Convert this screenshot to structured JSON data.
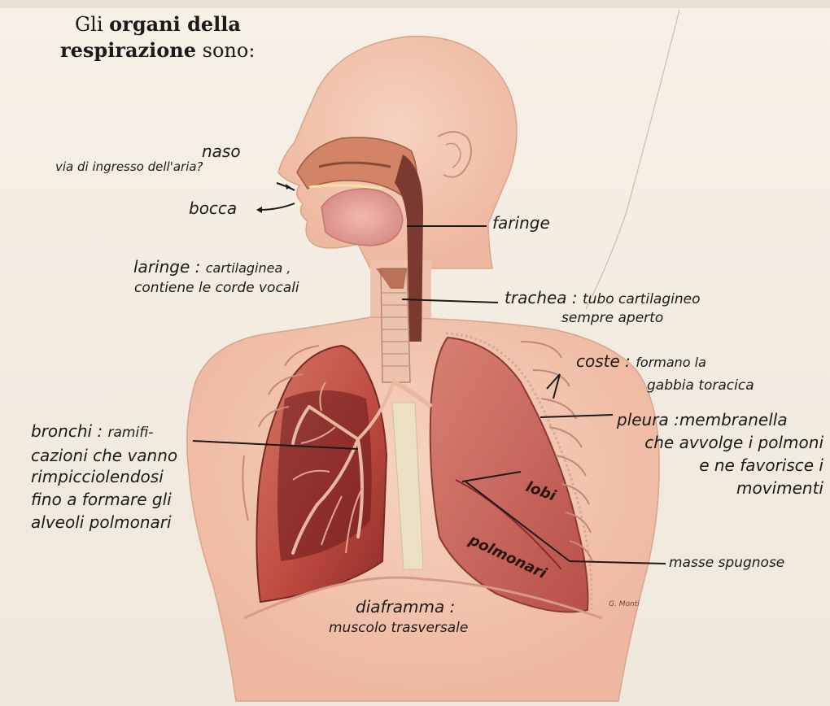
{
  "header": {
    "line1_prefix": "Gli",
    "line1_bold": "organi della",
    "line2_bold": "respirazione",
    "line2_suffix": "sono:"
  },
  "labels": {
    "naso_title": "naso",
    "naso_desc": "via di ingresso dell'aria?",
    "bocca": "bocca",
    "faringe": "faringe",
    "laringe_title": "laringe :",
    "laringe_desc1": "cartilaginea ,",
    "laringe_desc2": "contiene le corde vocali",
    "trachea_title": "trachea :",
    "trachea_desc1": "tubo cartilagineo",
    "trachea_desc2": "sempre aperto",
    "coste_title": "coste :",
    "coste_desc1": "formano la",
    "coste_desc2": "gabbia toracica",
    "pleura_title": "pleura :",
    "pleura_desc1": "membranella",
    "pleura_desc2": "che avvolge i polmoni",
    "pleura_desc3": "e ne favorisce i",
    "pleura_desc4": "movimenti",
    "bronchi_title": "bronchi :",
    "bronchi_desc1": "ramifi-",
    "bronchi_desc2": "cazioni che vanno",
    "bronchi_desc3": "rimpicciolendosi",
    "bronchi_desc4": "fino a formare gli",
    "bronchi_desc5": "alveoli polmonari",
    "lobi": "lobi",
    "polmonari": "polmonari",
    "masse": "masse spugnose",
    "diaframma_title": "diaframma :",
    "diaframma_desc": "muscolo trasversale"
  },
  "colors": {
    "skin": "#f2c6b2",
    "skin_shadow": "#e8a894",
    "lung_dark": "#8a2a28",
    "lung_mid": "#c24e44",
    "lung_light": "#d9786a",
    "trachea": "#e7bfa8",
    "esophagus": "#e8dcc0",
    "ink": "#1c1a18"
  }
}
